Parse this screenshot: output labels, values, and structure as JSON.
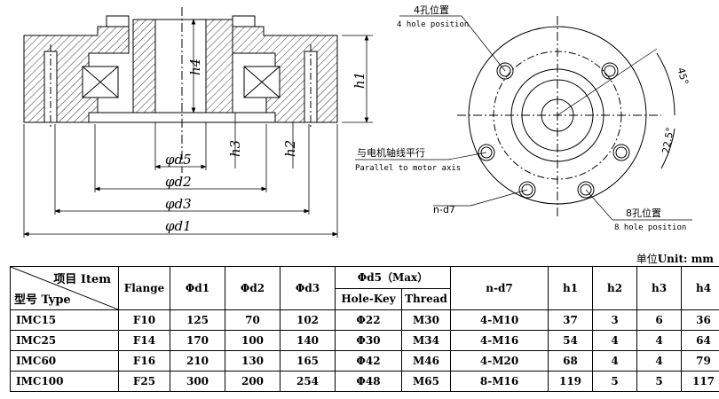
{
  "left_view": {
    "dims": [
      "φd5",
      "φd2",
      "φd3",
      "φd1",
      "h4",
      "h1",
      "h3",
      "h2"
    ]
  },
  "right_view": {
    "label_4hole_cn": "4孔位置",
    "label_4hole_en": "4 hole position",
    "label_8hole_cn": "8孔位置",
    "label_8hole_en": "8 hole position",
    "label_parallel_cn": "与电机轴线平行",
    "label_parallel_en": "Parallel to motor axis",
    "label_nd7": "n-d7",
    "angle_45": "45°",
    "angle_225": "22.5°"
  },
  "unit_cn": "单位",
  "unit_en": "Unit:  mm",
  "table": {
    "header_item": "项目 Item",
    "header_type": "型号 Type",
    "columns": [
      "Flange",
      "Φd1",
      "Φd2",
      "Φd3",
      "Φd5（Max）",
      "n-d7",
      "h1",
      "h2",
      "h3",
      "h4"
    ],
    "sub_columns": [
      "Hole-Key",
      "Thread"
    ],
    "rows": [
      {
        "type": "IMC15",
        "flange": "F10",
        "d1": "125",
        "d2": "70",
        "d3": "102",
        "hole_key": "Φ22",
        "thread": "M30",
        "nd7": "4-M10",
        "h1": "37",
        "h2": "3",
        "h3": "6",
        "h4": "36"
      },
      {
        "type": "IMC25",
        "flange": "F14",
        "d1": "170",
        "d2": "100",
        "d3": "140",
        "hole_key": "Φ30",
        "thread": "M34",
        "nd7": "4-M16",
        "h1": "54",
        "h2": "4",
        "h3": "4",
        "h4": "64"
      },
      {
        "type": "IMC60",
        "flange": "F16",
        "d1": "210",
        "d2": "130",
        "d3": "165",
        "hole_key": "Φ42",
        "thread": "M46",
        "nd7": "4-M20",
        "h1": "68",
        "h2": "4",
        "h3": "4",
        "h4": "79"
      },
      {
        "type": "IMC100",
        "flange": "F25",
        "d1": "300",
        "d2": "200",
        "d3": "254",
        "hole_key": "Φ48",
        "thread": "M65",
        "nd7": "8-M16",
        "h1": "119",
        "h2": "5",
        "h3": "5",
        "h4": "117"
      }
    ]
  }
}
